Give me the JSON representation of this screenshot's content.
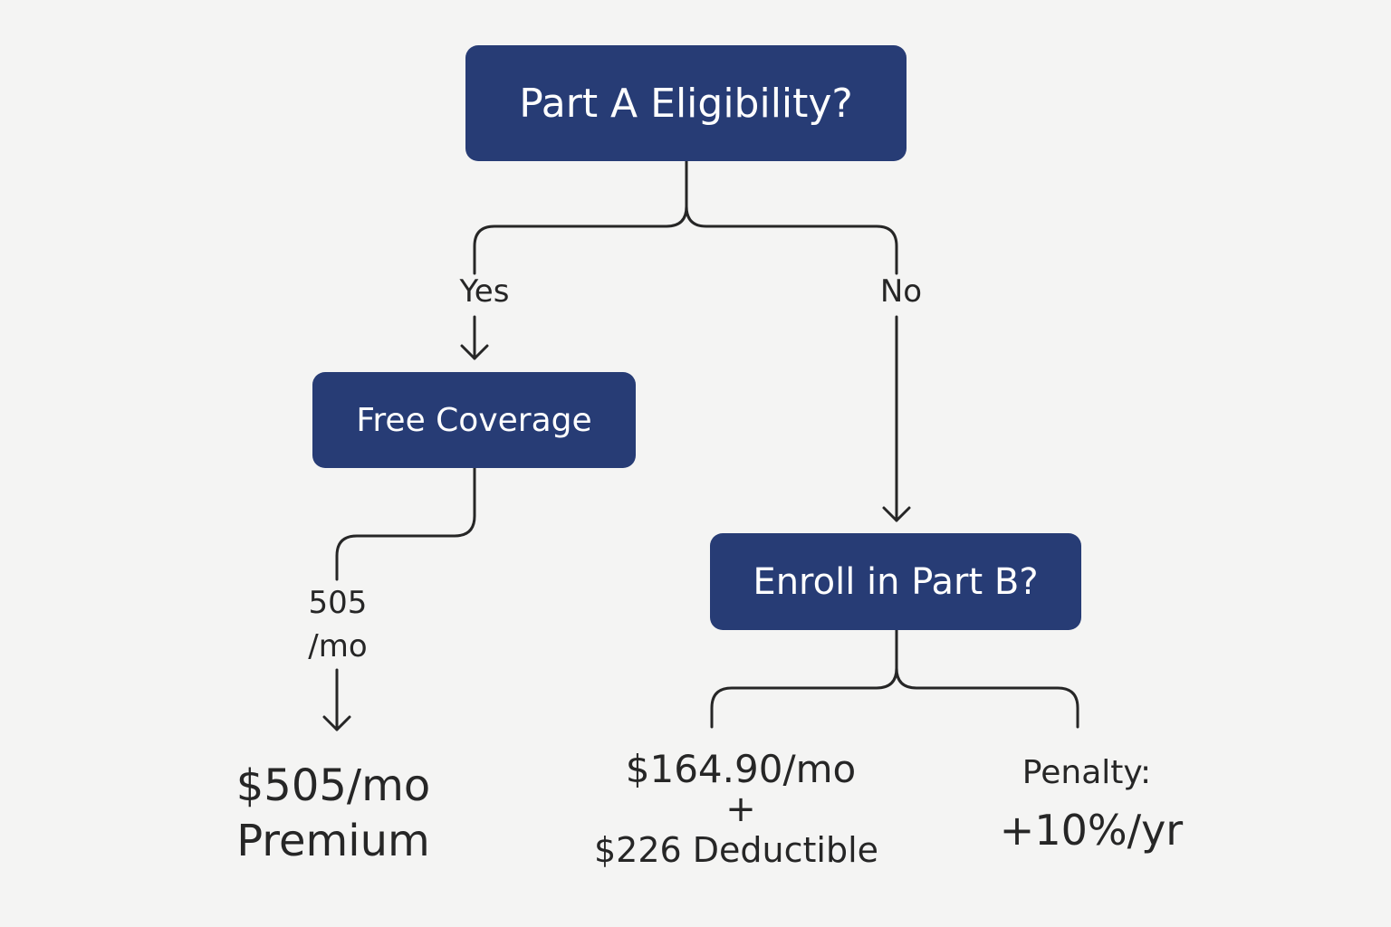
{
  "colors": {
    "background": "#f4f4f3",
    "node_fill": "#273c75",
    "node_text": "#ffffff",
    "line": "#262626",
    "text": "#262626"
  },
  "diagram": {
    "type": "flowchart",
    "root": {
      "label": "Part A Eligibility?"
    },
    "branches": {
      "yes": {
        "edge_label": "Yes",
        "node": {
          "label": "Free Coverage"
        },
        "cost_label": {
          "value": "505",
          "unit": "/mo"
        },
        "outcome": {
          "amount": "$505/mo",
          "label": "Premium"
        }
      },
      "no": {
        "edge_label": "No",
        "node": {
          "label": "Enroll in Part B?"
        },
        "outcomes": {
          "enroll": {
            "premium": "$164.90/mo",
            "plus": "+",
            "deductible": "$226 Deductible"
          },
          "penalty": {
            "label": "Penalty:",
            "value": "+10%/yr"
          }
        }
      }
    }
  }
}
